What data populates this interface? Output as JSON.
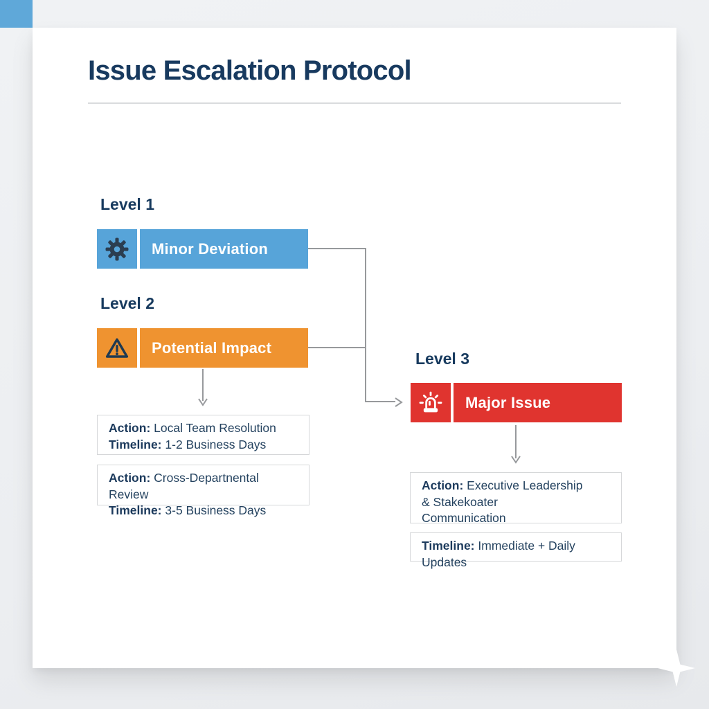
{
  "title": "Issue Escalation Protocol",
  "levels": [
    {
      "label": "Level 1",
      "bar_text": "Minor Deviation",
      "icon": "gear-icon",
      "color": "#57a4d9"
    },
    {
      "label": "Level 2",
      "bar_text": "Potential Impact",
      "icon": "warning-triangle-icon",
      "color": "#ef9330"
    },
    {
      "label": "Level 3",
      "bar_text": "Major Issue",
      "icon": "siren-icon",
      "color": "#e0342f"
    }
  ],
  "detail_boxes": {
    "level1": {
      "action_label": "Action:",
      "action_value": "Local Team Resolution",
      "timeline_label": "Timeline:",
      "timeline_value": "1-2 Business Days"
    },
    "level2": {
      "action_label": "Action:",
      "action_value": "Cross-Departnental Review",
      "timeline_label": "Timeline:",
      "timeline_value": "3-5 Business Days"
    },
    "level3_action": {
      "label": "Action:",
      "line1": "Executive Leadership",
      "line2": "& Stakekoater",
      "line3": "Communication"
    },
    "level3_timeline": {
      "label": "Timeline:",
      "value": "Immediate + Daily Updates"
    }
  },
  "colors": {
    "navy_text": "#183a5f",
    "blue_bar": "#57a4d9",
    "orange_bar": "#ef9330",
    "red_bar": "#e0342f",
    "connector_gray": "#97999c",
    "box_border": "#d5d7d9",
    "corner_accent": "#5fa8d9"
  }
}
